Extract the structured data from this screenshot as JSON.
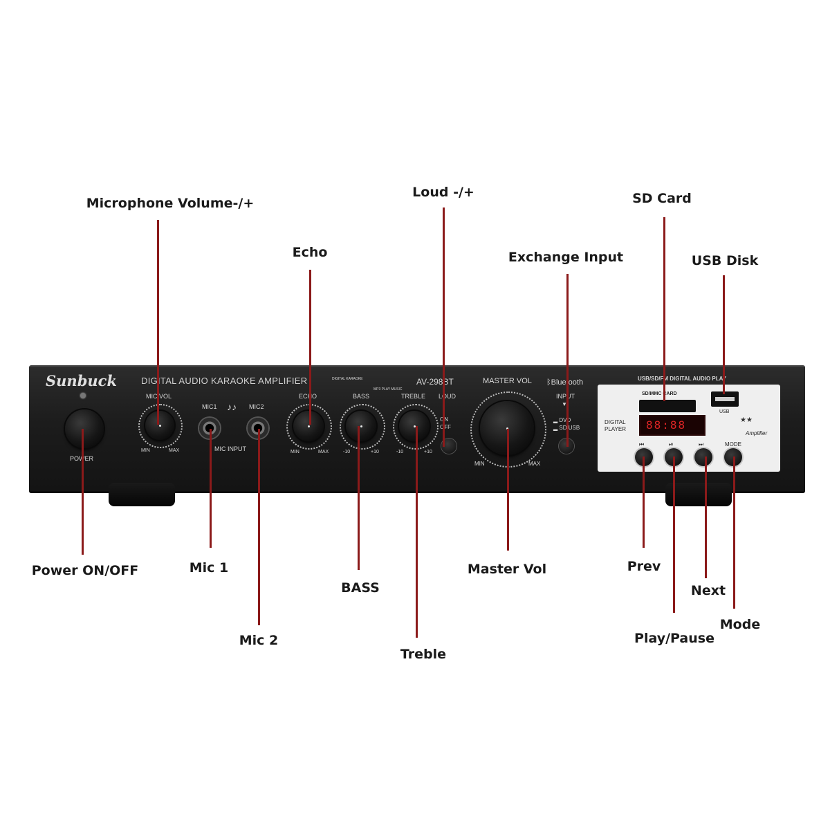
{
  "callouts": {
    "mic_volume": "Microphone Volume-/+",
    "echo": "Echo",
    "loud": "Loud -/+",
    "exchange_input": "Exchange Input",
    "sd_card": "SD Card",
    "usb_disk": "USB Disk",
    "power": "Power ON/OFF",
    "mic1": "Mic 1",
    "mic2": "Mic 2",
    "bass": "BASS",
    "treble": "Treble",
    "master_vol": "Master Vol",
    "prev": "Prev",
    "play_pause": "Play/Pause",
    "next": "Next",
    "mode": "Mode"
  },
  "device": {
    "brand": "Sunbuck",
    "title": "DIGITAL AUDIO KARAOKE AMPLIFIER",
    "model": "AV-298BT",
    "bluetooth": "Bluetooth",
    "badge_digital": "DIGITAL KARAOKE",
    "badge_mp3": "MP3 PLAY MUSIC",
    "power": "POWER",
    "mic_vol": "MIC VOL",
    "min": "MIN",
    "max": "MAX",
    "mic1": "MIC1",
    "mic2": "MIC2",
    "mic_input": "MIC INPUT",
    "echo": "ECHO",
    "bass": "BASS",
    "treble": "TREBLE",
    "loud": "LOUD",
    "minus10": "-10",
    "plus10": "+10",
    "on": "ON",
    "off": "OFF",
    "master_vol": "MASTER VOL",
    "input": "INPUT",
    "dvd": "DVD",
    "sd_usb": "SD/USB",
    "panel_title": "USB/SD/FM DIGITAL AUDIO PLAY",
    "sd_slot": "SD/MMC CARD",
    "usb": "USB",
    "digital_player": "DIGITAL PLAYER",
    "amplifier": "Amplifier",
    "mode": "MODE",
    "display": "88:88"
  },
  "colors": {
    "leader": "#8b1a1a",
    "body": "#1c1c1c",
    "display_led": "#ff2a2a"
  }
}
